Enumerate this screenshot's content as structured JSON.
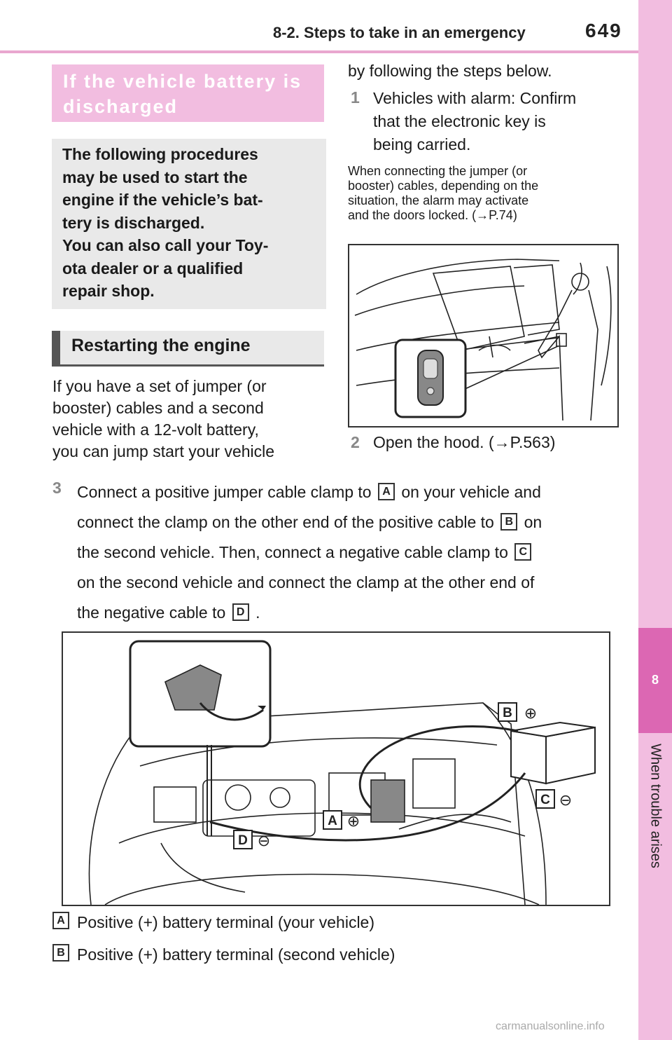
{
  "header": {
    "section": "8-2. Steps to take in an emergency",
    "page_number": "649"
  },
  "side_tab": {
    "chapter_number": "8",
    "chapter_title": "When trouble arises"
  },
  "title": "If the vehicle battery is discharged",
  "intro": "The following procedures may be used to start the engine if the vehicle’s battery is discharged. You can also call your Toyota dealer or a qualified repair shop.",
  "intro_lines": [
    "The following procedures",
    "may be used to start the",
    "engine if the vehicle’s bat-",
    "tery is discharged.",
    "You can also call your Toy-",
    "ota dealer or a qualified",
    "repair shop."
  ],
  "subheading": "Restarting the engine",
  "left_para_lines": [
    "If you have a set of jumper (or",
    "booster) cables and a second",
    "vehicle with a 12-volt battery,",
    "you can jump start your vehicle"
  ],
  "right_cont": "by following the steps below.",
  "step1": {
    "num": "1",
    "lines": [
      "Vehicles with alarm: Confirm",
      "that the electronic key is",
      "being carried."
    ]
  },
  "note_lines": [
    "When connecting the jumper (or",
    "booster) cables, depending on the",
    "situation, the alarm may activate",
    "and the doors locked. (→P.74)"
  ],
  "step2": {
    "num": "2",
    "text": "Open the hood. (→P.563)"
  },
  "step3": {
    "num": "3",
    "part1": "Connect a positive jumper cable clamp to",
    "part2": "on your vehicle and",
    "part3": "connect the clamp on the other end of the positive cable to",
    "part4": "on",
    "part5": "the second vehicle. Then, connect a negative cable clamp to",
    "part6": "on the second vehicle and connect the clamp at the other end of",
    "part7": "the negative cable to",
    "part8": "."
  },
  "labels": {
    "a": "A",
    "b": "B",
    "c": "C",
    "d": "D"
  },
  "symbols": {
    "plus": "⊕",
    "minus": "⊖"
  },
  "legend": [
    {
      "label": "A",
      "text": "Positive (+) battery terminal (your vehicle)"
    },
    {
      "label": "B",
      "text": "Positive (+) battery terminal (second vehicle)"
    }
  ],
  "watermark": "carmanualsonline.info",
  "colors": {
    "tab_pink": "#f2bde0",
    "tab_magenta": "#dc67b3",
    "header_rule": "#e9a7cf",
    "box_gray": "#e9e9e9"
  }
}
